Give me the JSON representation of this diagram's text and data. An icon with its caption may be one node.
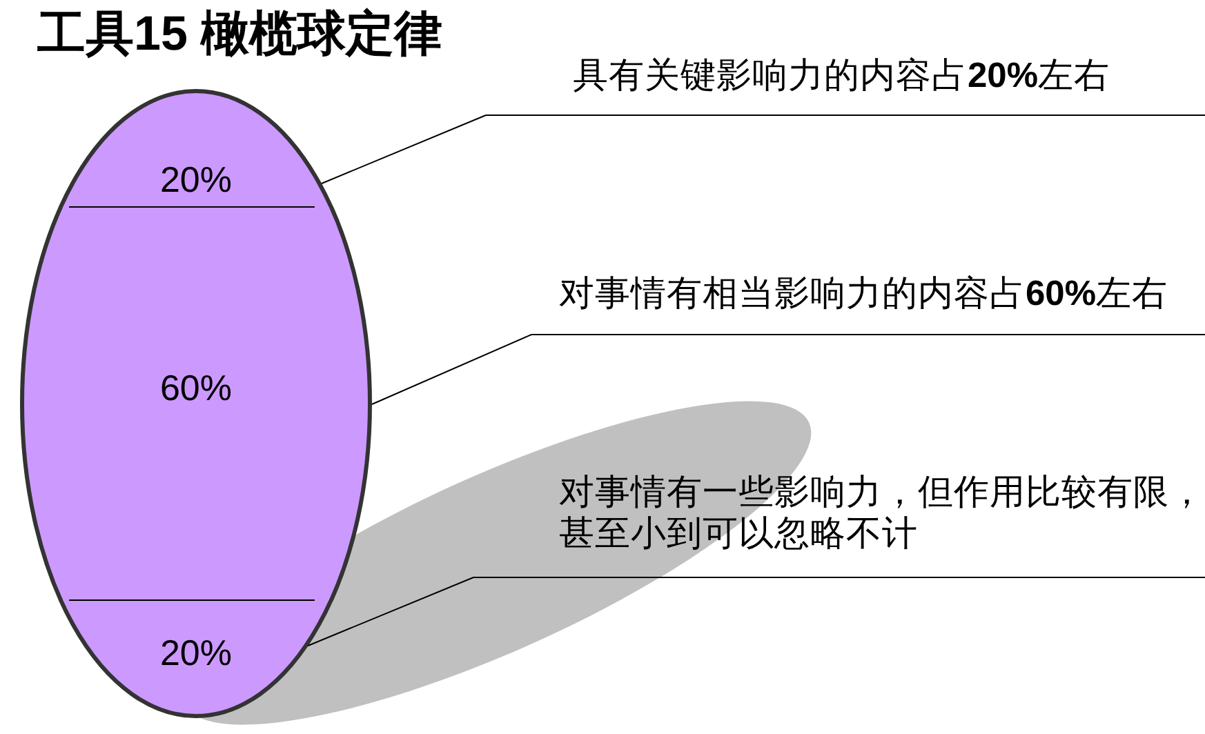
{
  "diagram": {
    "title": "工具15 橄榄球定律",
    "nodes": [
      {
        "text": [
          "20%"
        ]
      },
      {
        "text": [
          "60%"
        ]
      },
      {
        "text": [
          "20%"
        ]
      },
      {
        "text": [
          "具有关键影响力的内容占**20%**左右"
        ]
      },
      {
        "text": [
          "对事情有相当影响力的内容占**60%**左右"
        ]
      },
      {
        "text": [
          "对事情有一些影响力，但作用比较有限，甚至小到可以忽略不计"
        ]
      }
    ],
    "edges": [
      {
        "from": 3,
        "to": 0,
        "arrow": "none"
      },
      {
        "from": 4,
        "to": 1,
        "arrow": "none"
      },
      {
        "from": 5,
        "to": 2,
        "arrow": "none"
      }
    ]
  }
}
